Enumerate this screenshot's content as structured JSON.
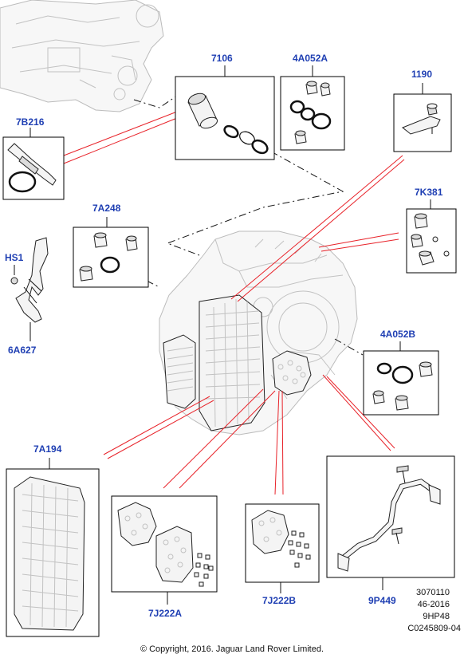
{
  "callouts": {
    "c7106": "7106",
    "c4a052a": "4A052A",
    "c1190": "1190",
    "c7b216": "7B216",
    "c7k381": "7K381",
    "c7a248": "7A248",
    "chs1": "HS1",
    "c6a627": "6A627",
    "c4a052b": "4A052B",
    "c7a194": "7A194",
    "c7j222a": "7J222A",
    "c7j222b": "7J222B",
    "c9p449": "9P449"
  },
  "meta": {
    "line1": "3070110",
    "line2": "46-2016",
    "line3": "9HP48",
    "line4": "C0245809-04"
  },
  "copyright": "© Copyright, 2016. Jaguar Land Rover Limited.",
  "colors": {
    "callout": "#1f3fb3",
    "leader_red": "#e8232a",
    "outline": "#000000"
  }
}
